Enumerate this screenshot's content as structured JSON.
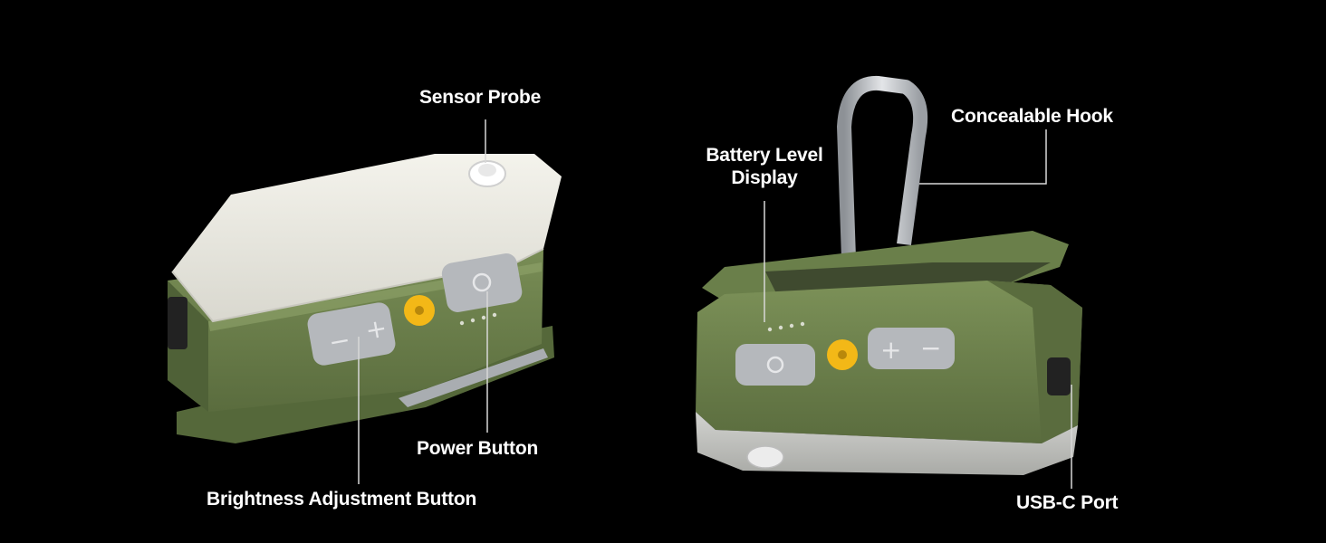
{
  "labels": {
    "sensor_probe": "Sensor Probe",
    "power_button": "Power Button",
    "brightness_button": "Brightness Adjustment Button",
    "battery_display_line1": "Battery Level",
    "battery_display_line2": "Display",
    "concealable_hook": "Concealable Hook",
    "usbc_port": "USB-C Port"
  },
  "colors": {
    "background": "#000000",
    "body_green": "#6f8450",
    "body_green_dark": "#4f6137",
    "diffuser_white": "#ecebe3",
    "button_gray": "#b5b8bc",
    "accent_yellow": "#f3b817",
    "hook_metal": "#c9ccd0",
    "callout_line": "#d8d8d8"
  },
  "icons": [
    "sensor-dome",
    "power-icon",
    "plus-icon",
    "minus-icon",
    "led-indicator-dots",
    "carabiner-hook"
  ]
}
